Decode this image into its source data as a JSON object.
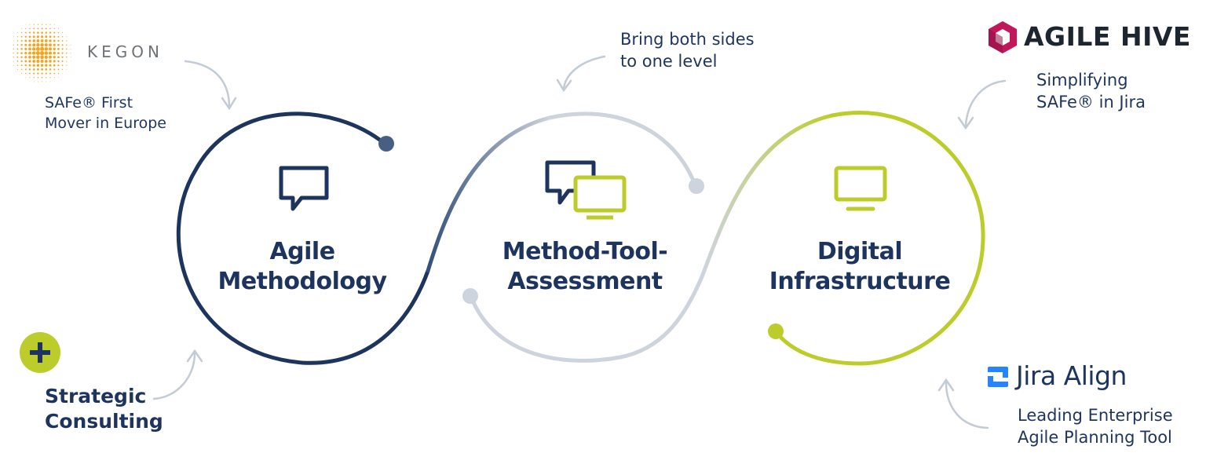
{
  "colors": {
    "navy": "#1d355e",
    "light_gray": "#cdd4de",
    "lime": "#bccd2b",
    "orange": "#f5a21d",
    "hive_red": "#c2185b",
    "jira_blue": "#2684ff"
  },
  "nodes": [
    {
      "id": "agile-methodology",
      "title_lines": [
        "Agile",
        "Methodology"
      ],
      "icon": "speech-bubble-icon"
    },
    {
      "id": "method-tool-assessment",
      "title_lines": [
        "Method-Tool-",
        "Assessment"
      ],
      "icon": "chat-monitor-icon"
    },
    {
      "id": "digital-infrastructure",
      "title_lines": [
        "Digital",
        "Infrastructure"
      ],
      "icon": "monitor-icon"
    }
  ],
  "annotations": {
    "kegon": {
      "brand": "KEGON",
      "lines": [
        "SAFe® First",
        "Mover in Europe"
      ],
      "icon": "sunburst-dots-icon"
    },
    "bring_both": {
      "lines": [
        "Bring both sides",
        "to one level"
      ]
    },
    "agile_hive": {
      "brand": "AGILE HIVE",
      "lines": [
        "Simplifying",
        "SAFe® in Jira"
      ],
      "icon": "hive-hexagon-icon"
    },
    "strategic": {
      "lines": [
        "Strategic",
        "Consulting"
      ],
      "icon": "plus-circle-icon"
    },
    "jira_align": {
      "brand": "Jira Align",
      "lines": [
        "Leading Enterprise",
        "Agile Planning Tool"
      ],
      "icon": "jira-align-icon"
    }
  }
}
